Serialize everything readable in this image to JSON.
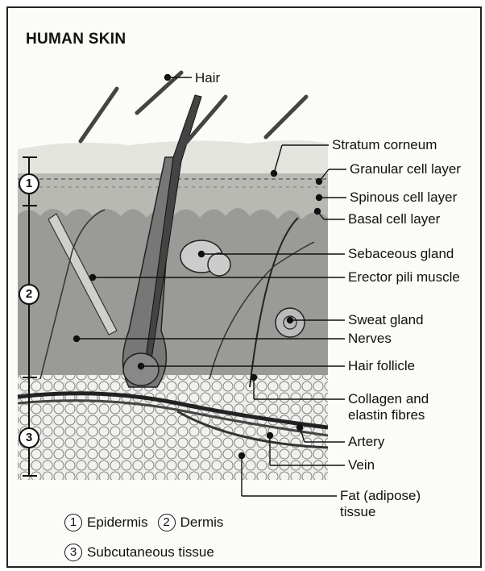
{
  "title": "HUMAN SKIN",
  "labels": {
    "hair": "Hair",
    "stratum_corneum": "Stratum corneum",
    "granular_layer": "Granular cell layer",
    "spinous_layer": "Spinous cell layer",
    "basal_layer": "Basal cell layer",
    "sebaceous_gland": "Sebaceous gland",
    "erector_pili": "Erector pili muscle",
    "sweat_gland": "Sweat gland",
    "nerves": "Nerves",
    "hair_follicle": "Hair follicle",
    "collagen_1": "Collagen and",
    "collagen_2": "elastin fibres",
    "artery": "Artery",
    "vein": "Vein",
    "fat_1": "Fat (adipose)",
    "fat_2": "tissue"
  },
  "layer_numbers": [
    "1",
    "2",
    "3"
  ],
  "legend": {
    "epidermis_num": "1",
    "epidermis": "Epidermis",
    "dermis_num": "2",
    "dermis": "Dermis",
    "subcutaneous_num": "3",
    "subcutaneous": "Subcutaneous tissue"
  }
}
